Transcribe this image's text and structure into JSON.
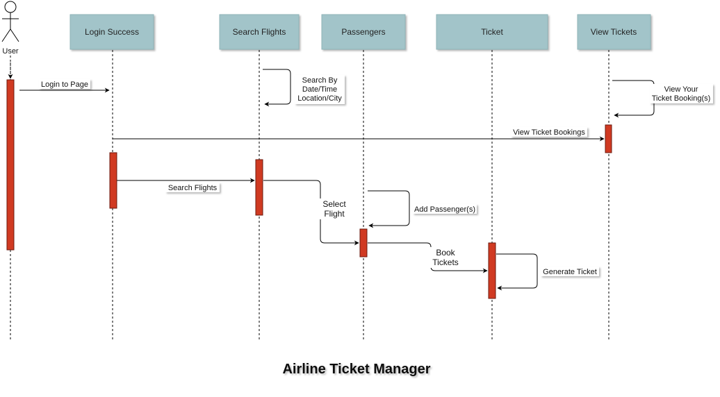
{
  "title": "Airline Ticket Manager",
  "actor": {
    "label": "User",
    "icon": "stick-figure-icon"
  },
  "lifelines": {
    "login_success": "Login Success",
    "search_flights": "Search Flights",
    "passengers": "Passengers",
    "ticket": "Ticket",
    "view_tickets": "View Tickets"
  },
  "messages": {
    "login_to_page": "Login to Page",
    "search_by": [
      "Search By",
      "Date/Time",
      "Location/City"
    ],
    "view_your_booking": [
      "View Your",
      "Ticket Booking(s)"
    ],
    "view_ticket_bookings": "View Ticket Bookings",
    "search_flights": "Search Flights",
    "select_flight": [
      "Select",
      "Flight"
    ],
    "add_passengers": "Add Passenger(s)",
    "book_tickets": [
      "Book",
      "Tickets"
    ],
    "generate_ticket": "Generate Ticket"
  },
  "colors": {
    "header_fill": "#a2c4c9",
    "activation_fill": "#d03a22",
    "activation_stroke": "#6b1a0f",
    "line": "#000000"
  }
}
